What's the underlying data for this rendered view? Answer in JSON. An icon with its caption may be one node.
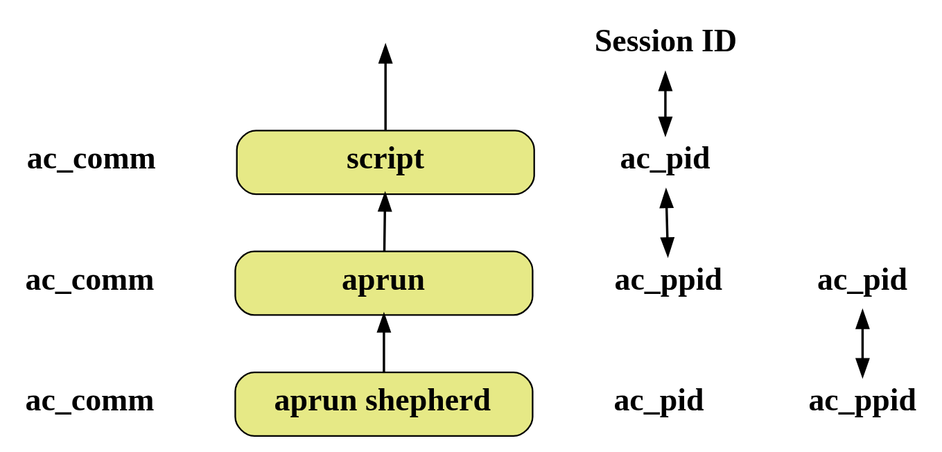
{
  "diagram": {
    "nodes": [
      {
        "text": [
          "Session ID"
        ]
      },
      {
        "text": [
          "script"
        ]
      },
      {
        "text": [
          "ac_pid"
        ]
      },
      {
        "text": [
          "ac_ppid"
        ]
      },
      {
        "text": [
          "aprun"
        ]
      },
      {
        "text": [
          "ac_pid"
        ]
      },
      {
        "text": [
          "ac_ppid"
        ]
      },
      {
        "text": [
          "aprun shepherd"
        ]
      }
    ],
    "edges": [
      {
        "from": 1,
        "to": null,
        "arrow": "to"
      },
      {
        "from": 4,
        "to": 1,
        "arrow": "to"
      },
      {
        "from": 7,
        "to": 4,
        "arrow": "to"
      },
      {
        "from": 2,
        "to": 0,
        "arrow": "both"
      },
      {
        "from": 3,
        "to": 2,
        "arrow": "both"
      },
      {
        "from": 6,
        "to": 5,
        "arrow": "both"
      }
    ],
    "labels": [
      "ac_comm",
      "ac_comm",
      "ac_comm",
      "ac_pid"
    ]
  }
}
